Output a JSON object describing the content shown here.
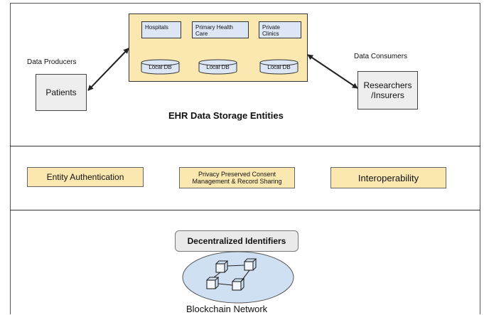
{
  "producers": {
    "section_label": "Data Producers",
    "entity": "Patients"
  },
  "consumers": {
    "section_label": "Data Consumers",
    "entity_line1": "Researchers",
    "entity_line2": "/Insurers"
  },
  "storage": {
    "title": "EHR Data Storage Entities",
    "entities": [
      {
        "line1": "Hospitals",
        "line2": ""
      },
      {
        "line1": "Primary Health",
        "line2": "Care"
      },
      {
        "line1": "Private",
        "line2": "Clinics"
      }
    ],
    "db_label": "Local DB"
  },
  "features": {
    "auth": "Entity Authentication",
    "consent_line1": "Privacy Preserved Consent",
    "consent_line2": "Management & Record Sharing",
    "interop": "Interoperability"
  },
  "identity": {
    "label": "Decentralized Identifiers"
  },
  "network": {
    "label": "Blockchain Network"
  },
  "colors": {
    "storage_fill": "#fbe8b0",
    "entity_fill": "#dce6f5",
    "network_fill": "#cfe0f3"
  }
}
